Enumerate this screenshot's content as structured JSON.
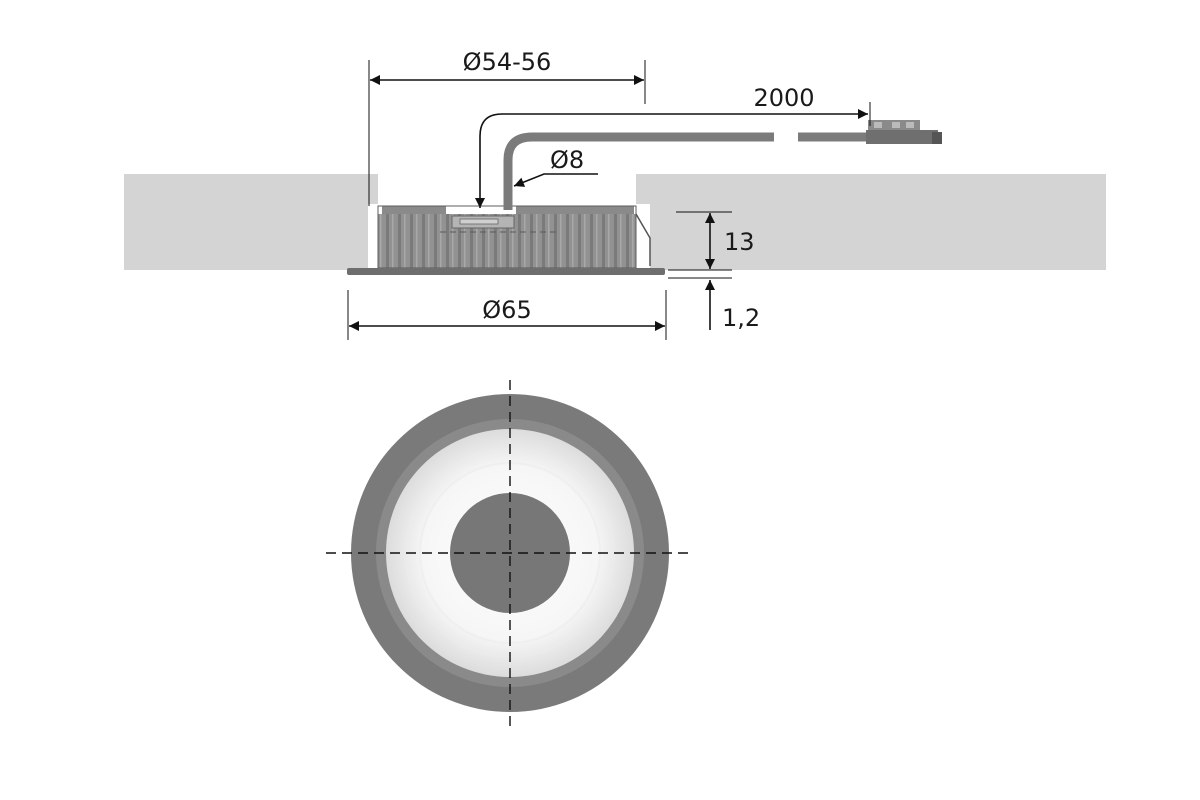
{
  "dimensions": {
    "cutout_diameter": "Ø54-56",
    "cable_length": "2000",
    "cable_diameter": "Ø8",
    "housing_height": "13",
    "flange_diameter": "Ø65",
    "flange_thickness": "1,2"
  },
  "colors": {
    "board": "#d4d4d4",
    "housing": "#8e8e8e",
    "housing_dark": "#6f6f6f",
    "ring": "#7a7a7a",
    "lens": "#f1f1f1",
    "center": "#777777",
    "line": "#111111"
  }
}
